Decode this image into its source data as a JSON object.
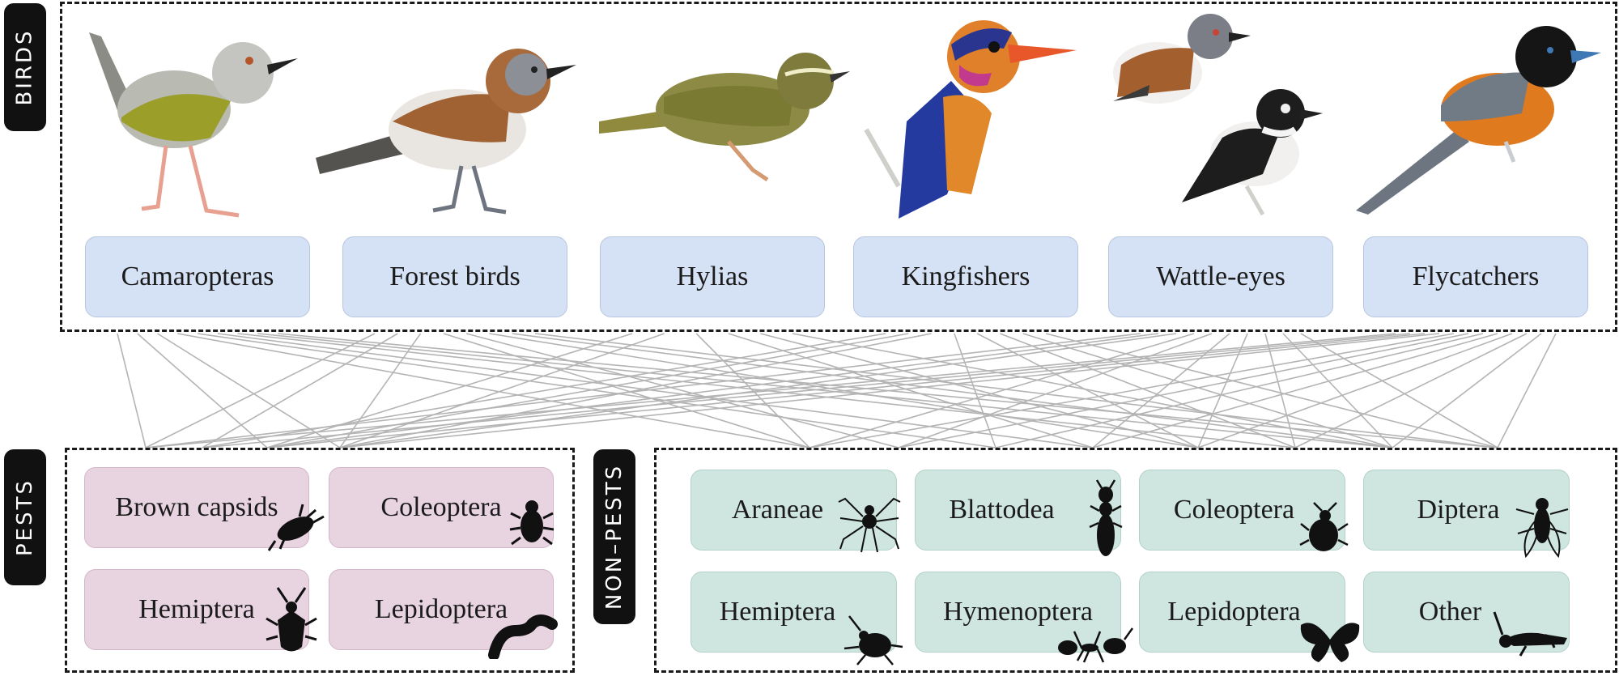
{
  "sections": {
    "birds": "BIRDS",
    "pests": "PESTS",
    "non_pests": "NON–PESTS"
  },
  "birds": [
    {
      "label": "Camaropteras"
    },
    {
      "label": "Forest birds"
    },
    {
      "label": "Hylias"
    },
    {
      "label": "Kingfishers"
    },
    {
      "label": "Wattle-eyes"
    },
    {
      "label": "Flycatchers"
    }
  ],
  "pests": [
    {
      "label": "Brown capsids",
      "icon": "bug-icon"
    },
    {
      "label": "Coleoptera",
      "icon": "beetle-icon"
    },
    {
      "label": "Hemiptera",
      "icon": "shield-bug-icon"
    },
    {
      "label": "Lepidoptera",
      "icon": "caterpillar-icon"
    }
  ],
  "non_pests": [
    {
      "label": "Araneae",
      "icon": "spider-icon"
    },
    {
      "label": "Blattodea",
      "icon": "termite-icon"
    },
    {
      "label": "Coleoptera",
      "icon": "beetle-icon"
    },
    {
      "label": "Diptera",
      "icon": "fly-icon"
    },
    {
      "label": "Hemiptera",
      "icon": "shield-bug-icon"
    },
    {
      "label": "Hymenoptera",
      "icon": "ant-icon"
    },
    {
      "label": "Lepidoptera",
      "icon": "butterfly-icon"
    },
    {
      "label": "Other",
      "icon": "grasshopper-icon"
    }
  ],
  "colors": {
    "bird_box": "#d5e1f4",
    "pest_box": "#e8d3e0",
    "non_pest_box": "#cfe5df",
    "link_line": "#b4b4b4"
  },
  "links": [
    [
      0,
      0
    ],
    [
      0,
      2
    ],
    [
      0,
      3
    ],
    [
      0,
      4
    ],
    [
      0,
      6
    ],
    [
      0,
      7
    ],
    [
      0,
      9
    ],
    [
      0,
      10
    ],
    [
      0,
      11
    ],
    [
      1,
      0
    ],
    [
      1,
      1
    ],
    [
      1,
      3
    ],
    [
      1,
      4
    ],
    [
      1,
      5
    ],
    [
      1,
      8
    ],
    [
      1,
      10
    ],
    [
      1,
      11
    ],
    [
      2,
      2
    ],
    [
      2,
      3
    ],
    [
      2,
      4
    ],
    [
      2,
      7
    ],
    [
      2,
      8
    ],
    [
      2,
      10
    ],
    [
      3,
      1
    ],
    [
      3,
      2
    ],
    [
      3,
      3
    ],
    [
      3,
      6
    ],
    [
      3,
      8
    ],
    [
      3,
      9
    ],
    [
      3,
      10
    ],
    [
      3,
      11
    ],
    [
      4,
      0
    ],
    [
      4,
      2
    ],
    [
      4,
      3
    ],
    [
      4,
      4
    ],
    [
      4,
      5
    ],
    [
      4,
      7
    ],
    [
      4,
      8
    ],
    [
      4,
      9
    ],
    [
      4,
      10
    ],
    [
      4,
      11
    ],
    [
      5,
      0
    ],
    [
      5,
      1
    ],
    [
      5,
      2
    ],
    [
      5,
      3
    ],
    [
      5,
      4
    ],
    [
      5,
      5
    ],
    [
      5,
      6
    ],
    [
      5,
      7
    ],
    [
      5,
      8
    ],
    [
      5,
      9
    ],
    [
      5,
      10
    ],
    [
      5,
      11
    ]
  ]
}
